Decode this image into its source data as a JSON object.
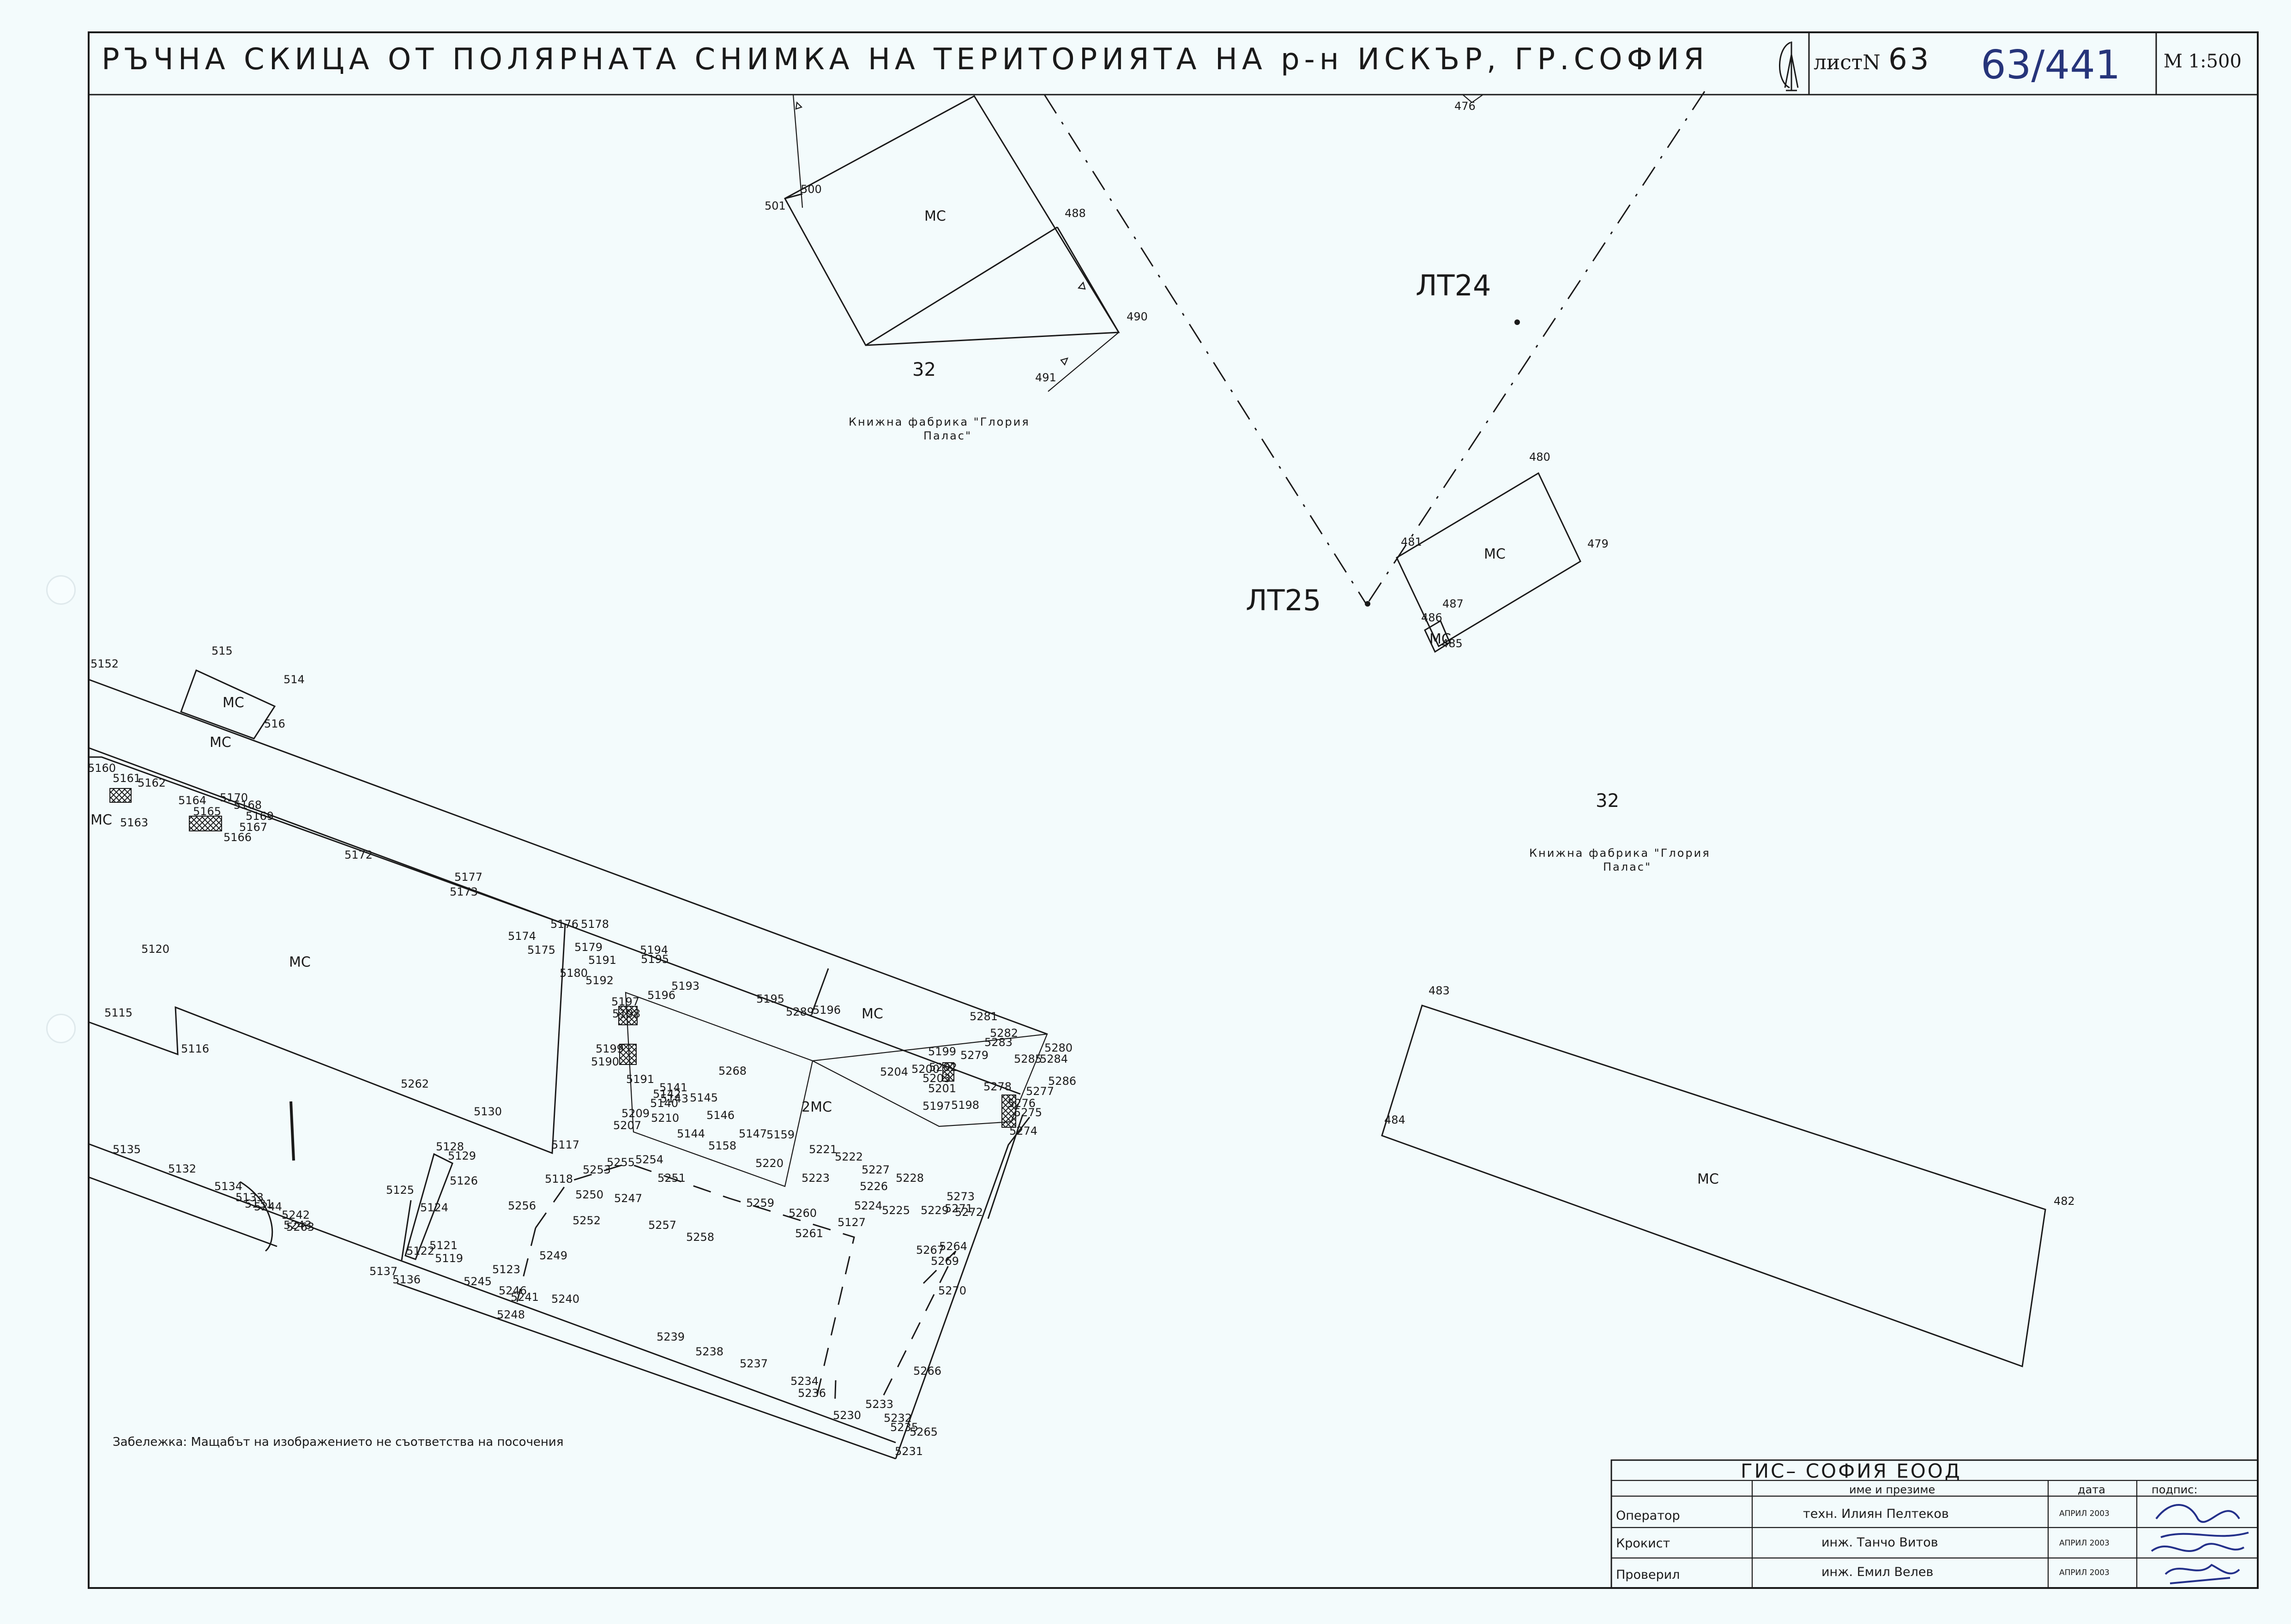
{
  "title": "РЪЧНА СКИЦА ОТ ПОЛЯРНАТА СНИМКА НА ТЕРИТОРИЯТА НА р-н ИСКЪР, ГР.СОФИЯ",
  "sheet_prefix": "листN",
  "sheet_number": "63",
  "handwritten_sheet": "63/441",
  "scale": "M 1:500",
  "note": "Забележка: Мащабът на изображението не съответства на посочения",
  "title_block": {
    "company": "ГИС– СОФИЯ ЕООД",
    "col_name": "име и презиме",
    "col_date": "дата",
    "col_sign": "подпис:",
    "rows": [
      {
        "role": "Оператор",
        "name": "техн. Илиян Пелтеков",
        "date": "АПРИЛ 2003"
      },
      {
        "role": "Крокист",
        "name": "инж. Танчо Витов",
        "date": "АПРИЛ 2003"
      },
      {
        "role": "Проверил",
        "name": "инж. Емил Велев",
        "date": "АПРИЛ 2003"
      }
    ]
  },
  "map": {
    "stations": [
      "ЛТ24",
      "ЛТ25"
    ],
    "lot_numbers": [
      "32",
      "32"
    ],
    "owner_lines": [
      "Книжна фабрика \"Глория",
      "Палас\""
    ],
    "building_labels": [
      "МС",
      "МС",
      "МС",
      "МС",
      "МС",
      "МС",
      "МС",
      "МС",
      "МС",
      "2МС"
    ],
    "points": [
      "476",
      "500",
      "501",
      "488",
      "490",
      "491",
      "480",
      "479",
      "481",
      "487",
      "486",
      "485",
      "483",
      "484",
      "482",
      "515",
      "514",
      "516",
      "5152",
      "5160",
      "5161",
      "5162",
      "5163",
      "5164",
      "5165",
      "5170",
      "5168",
      "5169",
      "5167",
      "5166",
      "5172",
      "5177",
      "5173",
      "5174",
      "5175",
      "5176",
      "5178",
      "5179",
      "5191",
      "5180",
      "5192",
      "5194",
      "5195",
      "5193",
      "5196",
      "5197",
      "5198",
      "5199",
      "5190",
      "5120",
      "5115",
      "5116",
      "5262",
      "5130",
      "5117",
      "5195",
      "5289",
      "5196",
      "5281",
      "5283",
      "5282",
      "5280",
      "5279",
      "5284",
      "5285",
      "5286",
      "5278",
      "5277",
      "5276",
      "5275",
      "5274",
      "5204",
      "5200",
      "5203",
      "5201",
      "5197",
      "5198",
      "5199",
      "5202",
      "5191",
      "5141",
      "5145",
      "5146",
      "5143",
      "5142",
      "5140",
      "5209",
      "5210",
      "5207",
      "5144",
      "5147",
      "5159",
      "5158",
      "5221",
      "5222",
      "5220",
      "5223",
      "5227",
      "5228",
      "5226",
      "5224",
      "5225",
      "5273",
      "5271",
      "5229",
      "5272",
      "5268",
      "5269",
      "5264",
      "5270",
      "5267",
      "5266",
      "5265",
      "5231",
      "5232",
      "5233",
      "5230",
      "5235",
      "5234",
      "5236",
      "5237",
      "5238",
      "5239",
      "5240",
      "5241",
      "5246",
      "5248",
      "5249",
      "5252",
      "5250",
      "5118",
      "5253",
      "5255",
      "5254",
      "5251",
      "5247",
      "5256",
      "5257",
      "5258",
      "5259",
      "5260",
      "5261",
      "5127",
      "5128",
      "5129",
      "5126",
      "5125",
      "5124",
      "5122",
      "5121",
      "5119",
      "5123",
      "5245",
      "5137",
      "5136",
      "5135",
      "5132",
      "5134",
      "5133",
      "5131",
      "5244",
      "5242",
      "5243",
      "5263"
    ]
  }
}
